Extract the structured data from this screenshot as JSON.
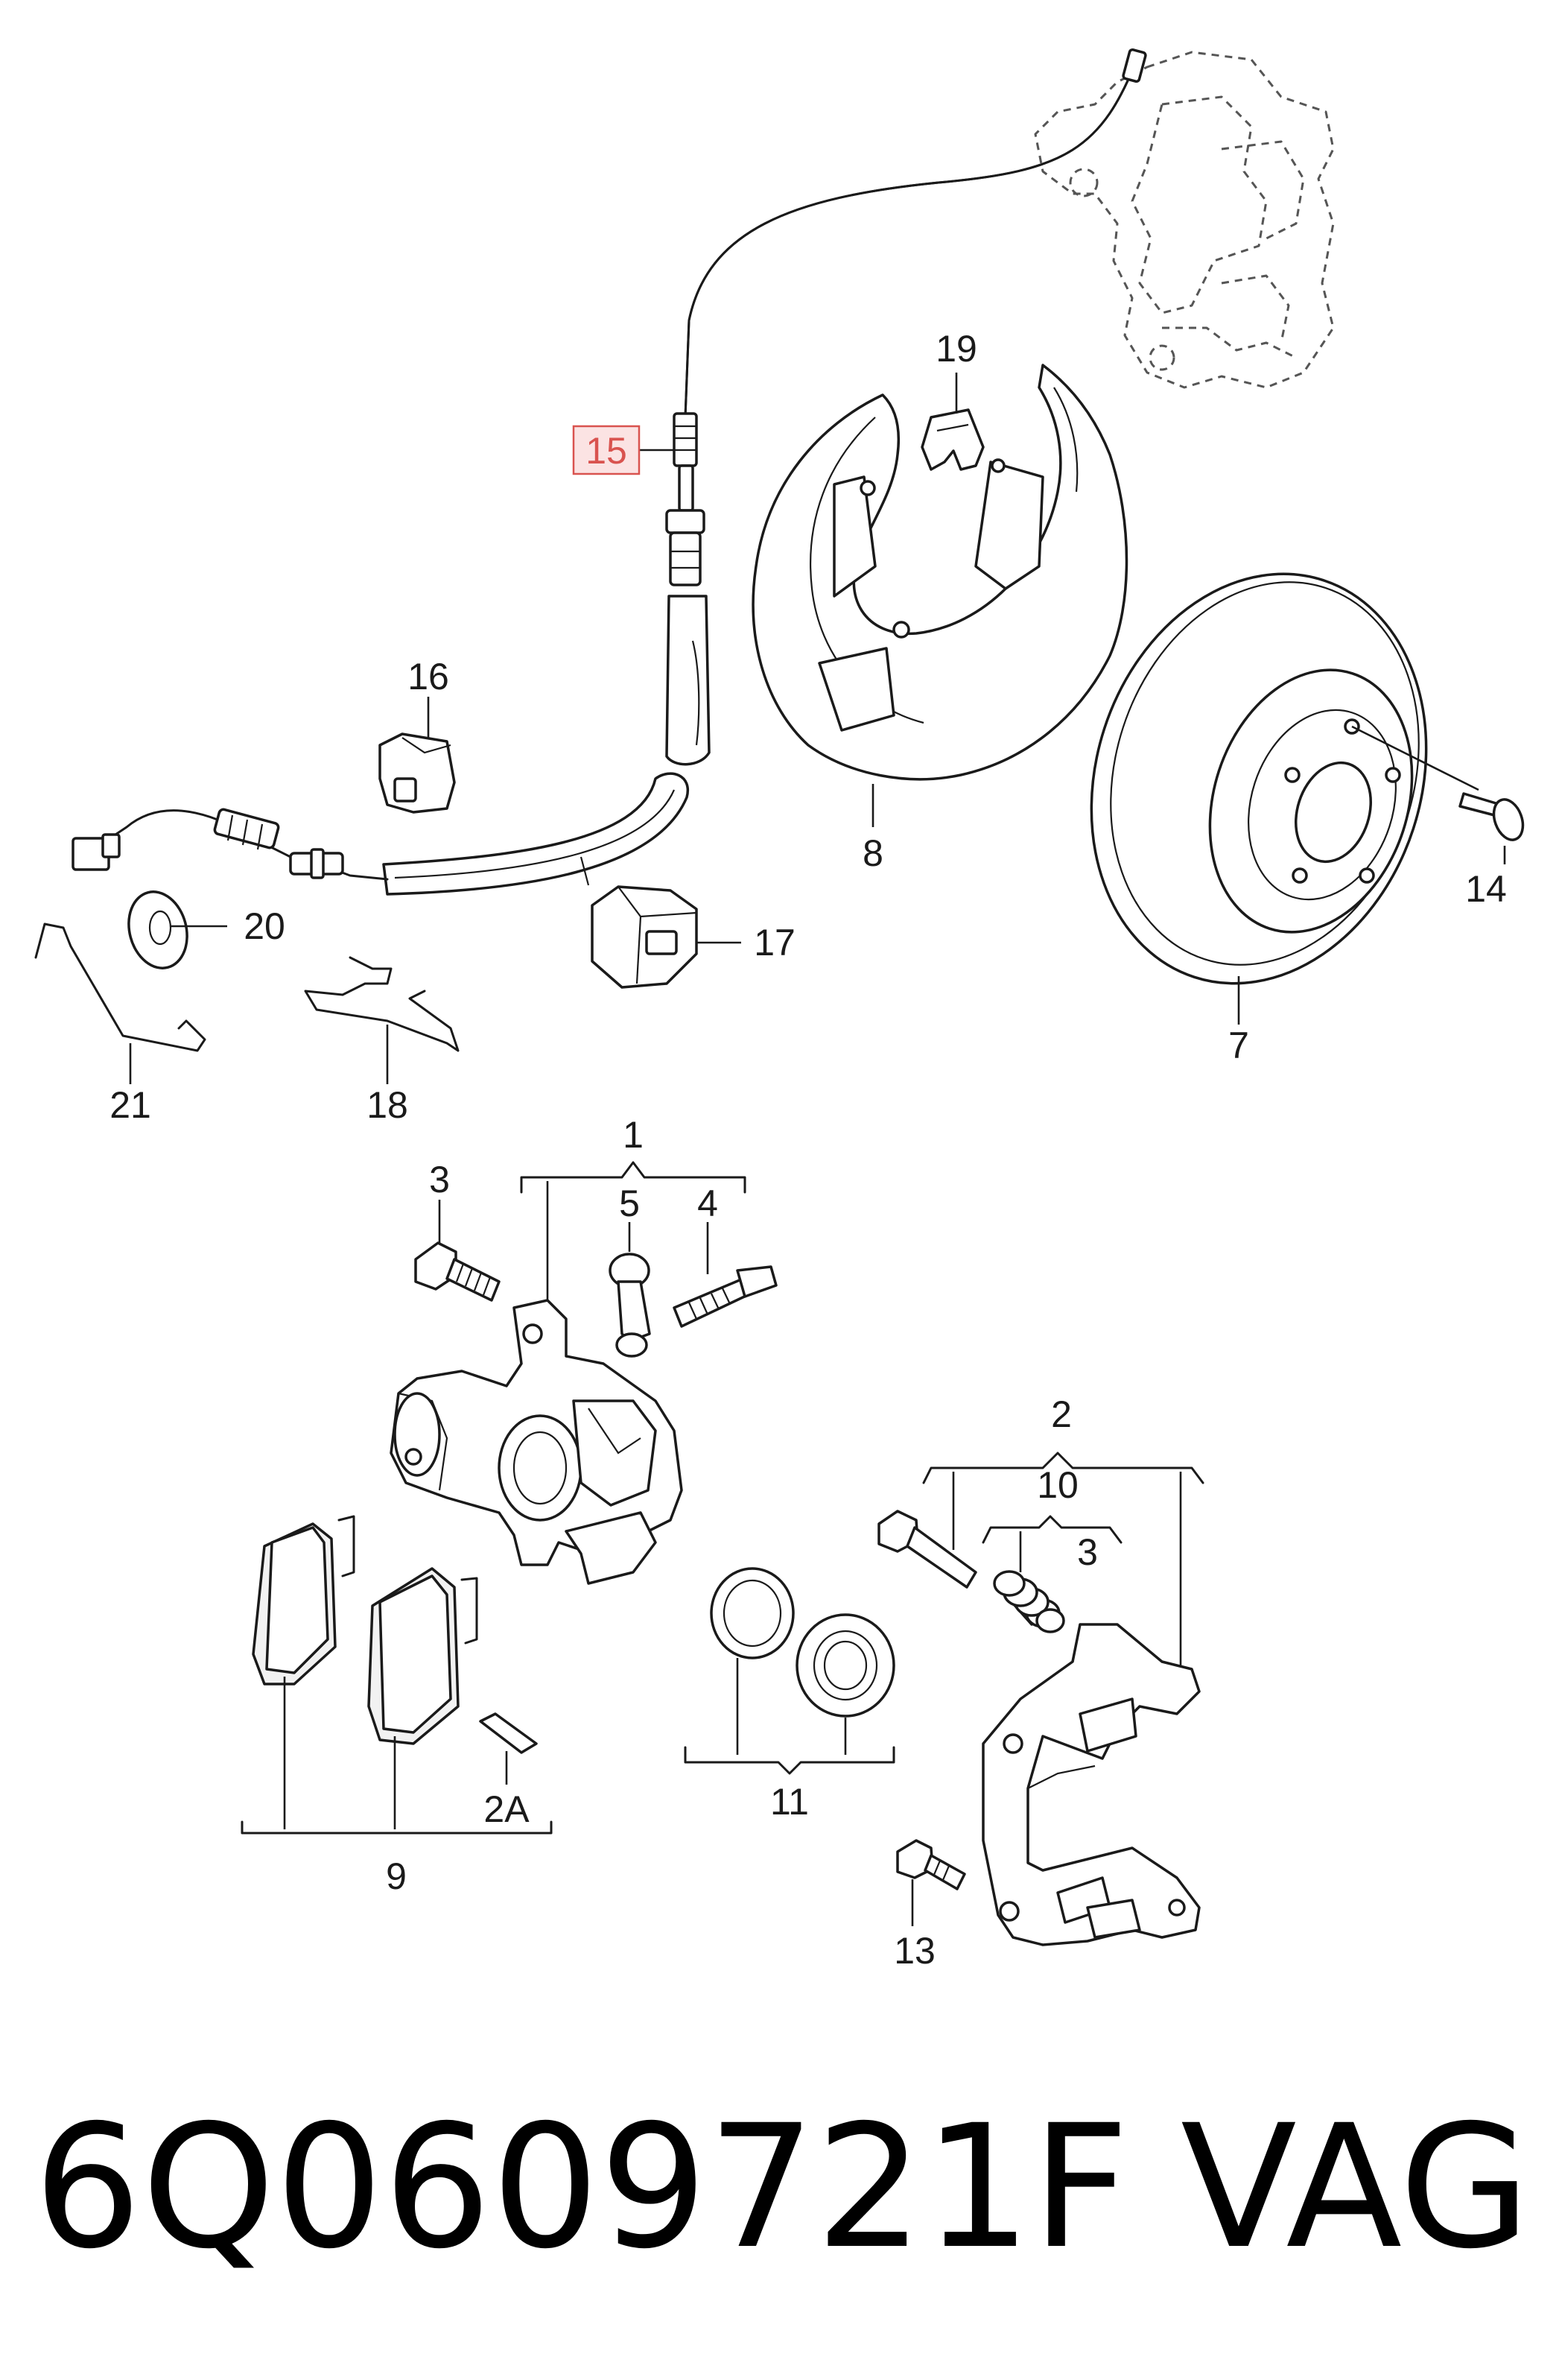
{
  "diagram": {
    "callouts": {
      "c1": "1",
      "c2": "2",
      "c2a": "2A",
      "c3a": "3",
      "c3b": "3",
      "c4": "4",
      "c5": "5",
      "c7": "7",
      "c8": "8",
      "c9": "9",
      "c10": "10",
      "c11": "11",
      "c13": "13",
      "c14": "14",
      "c15": "15",
      "c16": "16",
      "c17": "17",
      "c18": "18",
      "c19": "19",
      "c20": "20",
      "c21": "21"
    },
    "highlighted_callout": "15",
    "highlight_color": "#d9534f",
    "highlight_fill": "#fbe3e3",
    "line_color": "#1a1a1a"
  },
  "footer": {
    "part_number": "6Q0609721F",
    "brand": "VAG"
  }
}
